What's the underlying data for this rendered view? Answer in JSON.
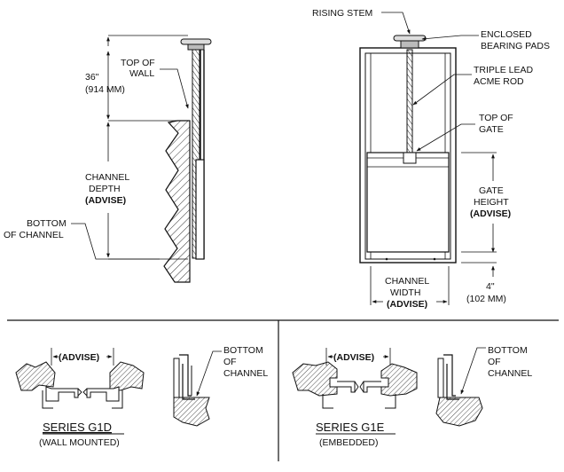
{
  "top_left_fragment": "",
  "side_view": {
    "dim_top": "36\"",
    "dim_top_mm": "(914 MM)",
    "top_of_wall": [
      "TOP OF",
      "WALL"
    ],
    "channel_depth": [
      "CHANNEL",
      "DEPTH"
    ],
    "advise": "(ADVISE)",
    "bottom_of_channel": [
      "BOTTOM",
      "OF CHANNEL"
    ]
  },
  "front_view": {
    "rising_stem": "RISING STEM",
    "enclosed_bearing_pads": [
      "ENCLOSED",
      "BEARING PADS"
    ],
    "triple_lead": [
      "TRIPLE LEAD",
      "ACME ROD"
    ],
    "top_of_gate": [
      "TOP OF",
      "GATE"
    ],
    "gate_height": [
      "GATE",
      "HEIGHT"
    ],
    "advise": "(ADVISE)",
    "channel_width": [
      "CHANNEL",
      "WIDTH"
    ],
    "advise2": "(ADVISE)",
    "dim_bottom": "4\"",
    "dim_bottom_mm": "(102 MM)"
  },
  "detail_g1d": {
    "advise": "(ADVISE)",
    "bottom_of_channel": [
      "BOTTOM",
      "OF",
      "CHANNEL"
    ],
    "series": "SERIES G1D",
    "mount": "(WALL MOUNTED)"
  },
  "detail_g1e": {
    "advise": "(ADVISE)",
    "bottom_of_channel": [
      "BOTTOM",
      "OF",
      "CHANNEL"
    ],
    "series": "SERIES G1E",
    "mount": "(EMBEDDED)"
  }
}
